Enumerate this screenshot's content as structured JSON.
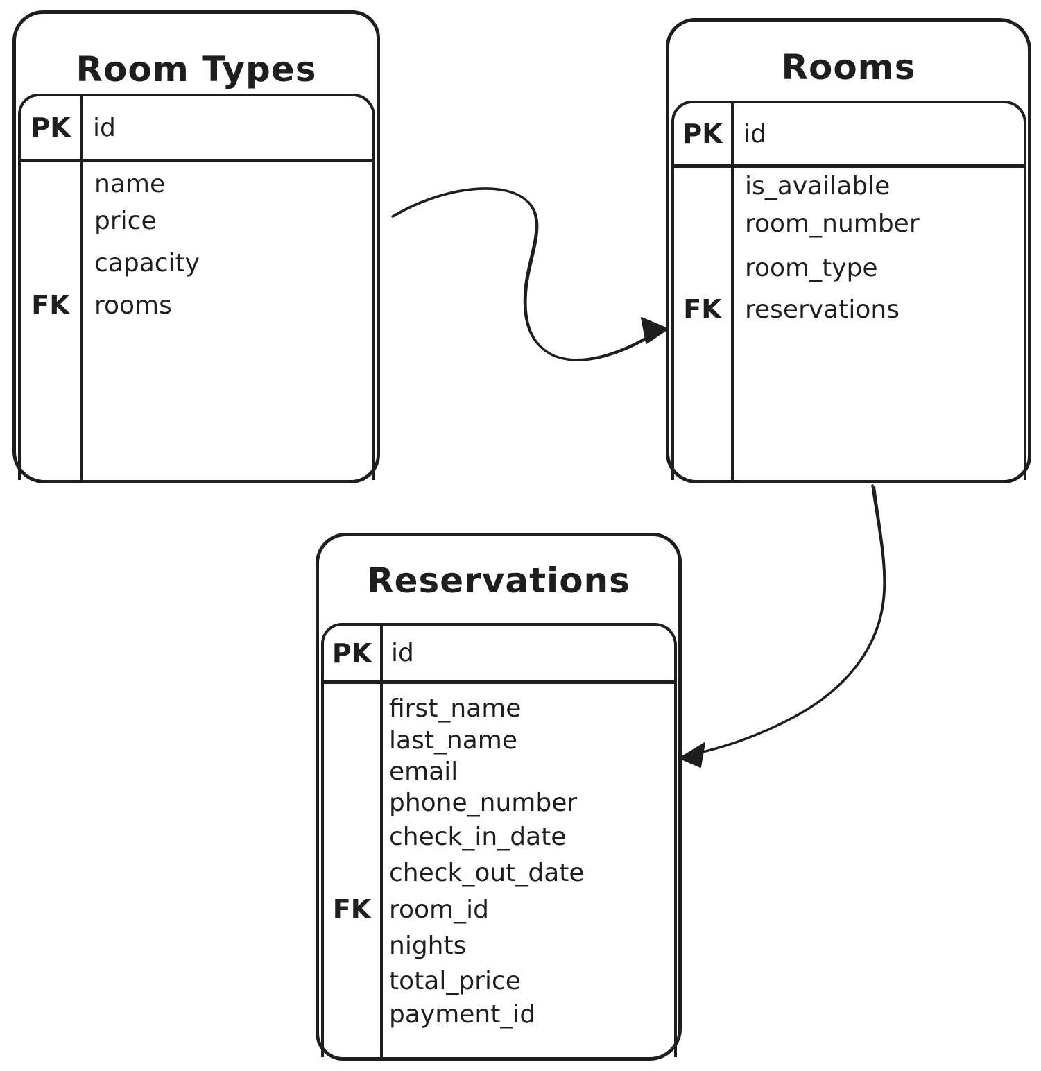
{
  "diagram": {
    "kind": "entity-relationship-diagram",
    "style": {
      "stroke_color": "#1e1e1e",
      "background_color": "#ffffff"
    },
    "entities": [
      {
        "title": "Room Types",
        "header": {
          "key": "PK",
          "field": "id"
        },
        "rows": [
          {
            "key": "",
            "field": "name"
          },
          {
            "key": "",
            "field": "price"
          },
          {
            "key": "",
            "field": "capacity"
          },
          {
            "key": "FK",
            "field": "rooms"
          }
        ]
      },
      {
        "title": "Rooms",
        "header": {
          "key": "PK",
          "field": "id"
        },
        "rows": [
          {
            "key": "",
            "field": "is_available"
          },
          {
            "key": "",
            "field": "room_number"
          },
          {
            "key": "",
            "field": "room_type"
          },
          {
            "key": "FK",
            "field": "reservations"
          }
        ]
      },
      {
        "title": "Reservations",
        "header": {
          "key": "PK",
          "field": "id"
        },
        "rows": [
          {
            "key": "",
            "field": "first_name"
          },
          {
            "key": "",
            "field": "last_name"
          },
          {
            "key": "",
            "field": "email"
          },
          {
            "key": "",
            "field": "phone_number"
          },
          {
            "key": "",
            "field": "check_in_date"
          },
          {
            "key": "",
            "field": "check_out_date"
          },
          {
            "key": "FK",
            "field": "room_id"
          },
          {
            "key": "",
            "field": "nights"
          },
          {
            "key": "",
            "field": "total_price"
          },
          {
            "key": "",
            "field": "payment_id"
          }
        ]
      }
    ],
    "relations": [
      {
        "from": "Room Types",
        "to": "Rooms"
      },
      {
        "from": "Rooms",
        "to": "Reservations"
      }
    ]
  }
}
